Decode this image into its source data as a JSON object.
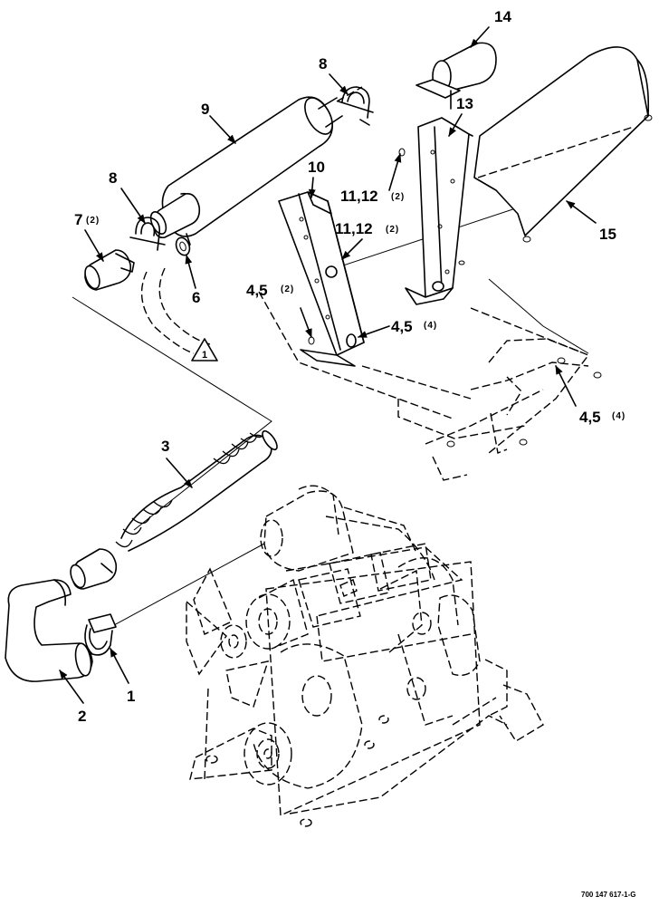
{
  "document_id": "700 147 617-1-G",
  "note_symbol": "1",
  "callouts": [
    {
      "id": "c1",
      "num": "1",
      "qty": ""
    },
    {
      "id": "c2",
      "num": "2",
      "qty": ""
    },
    {
      "id": "c3",
      "num": "3",
      "qty": ""
    },
    {
      "id": "c45a",
      "num": "4,5",
      "qty": "(2)"
    },
    {
      "id": "c45b",
      "num": "4,5",
      "qty": "(4)"
    },
    {
      "id": "c45c",
      "num": "4,5",
      "qty": "(4)"
    },
    {
      "id": "c6",
      "num": "6",
      "qty": ""
    },
    {
      "id": "c7",
      "num": "7",
      "qty": "(2)"
    },
    {
      "id": "c8a",
      "num": "8",
      "qty": ""
    },
    {
      "id": "c8b",
      "num": "8",
      "qty": ""
    },
    {
      "id": "c9",
      "num": "9",
      "qty": ""
    },
    {
      "id": "c10",
      "num": "10",
      "qty": ""
    },
    {
      "id": "c1112a",
      "num": "11,12",
      "qty": "(2)"
    },
    {
      "id": "c1112b",
      "num": "11,12",
      "qty": "(2)"
    },
    {
      "id": "c13",
      "num": "13",
      "qty": ""
    },
    {
      "id": "c14",
      "num": "14",
      "qty": ""
    },
    {
      "id": "c15",
      "num": "15",
      "qty": ""
    }
  ]
}
